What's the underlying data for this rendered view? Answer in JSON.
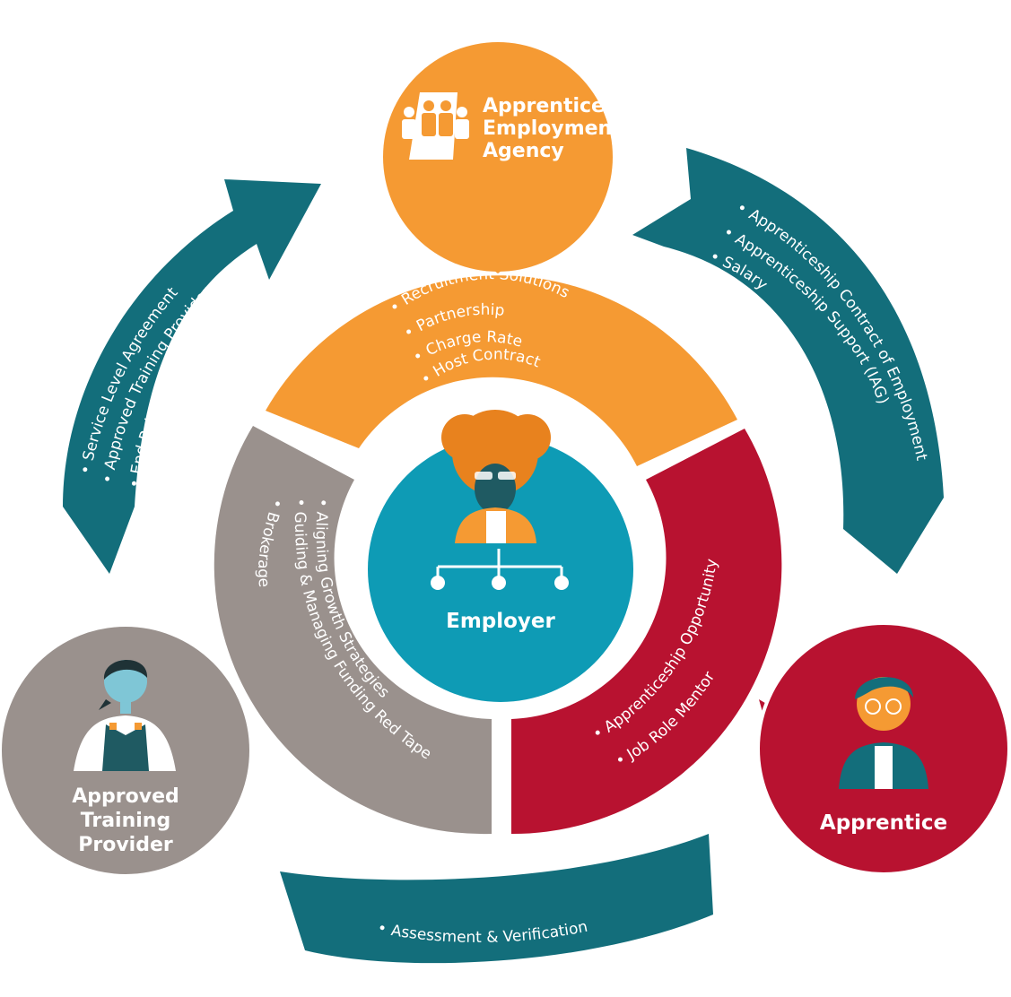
{
  "colors": {
    "orange": "#F59A33",
    "teal": "#136E7B",
    "employer_blue": "#0E9BB5",
    "crimson": "#B81230",
    "grey": "#9A918D"
  },
  "agency": {
    "title_lines": [
      "Apprentice",
      "Employment",
      "Agency"
    ],
    "icon": "people-group-icon"
  },
  "employer": {
    "title": "Employer",
    "icon": "employer-person-org-chart-icon"
  },
  "apprentice": {
    "title": "Apprentice",
    "icon": "apprentice-person-icon"
  },
  "training_provider": {
    "title_lines": [
      "Approved",
      "Training",
      "Provider"
    ],
    "icon": "trainer-person-icon"
  },
  "segments": {
    "orange": [
      "• Recruitment Solutions",
      "• Partnership",
      "• Charge Rate",
      "• Host Contract"
    ],
    "grey": [
      "• Aligning Growth Strategies",
      "• Guiding & Managing Funding Red Tape",
      "• Brokerage"
    ],
    "red": [
      "• Apprenticeship Opportunity",
      "• Job Role Mentor"
    ]
  },
  "arrows": {
    "left": [
      "• Service Level Agreement",
      "• Approved Training Provider",
      "• End Point Assessment"
    ],
    "right": [
      "• Apprenticeship Contract of Employment",
      "• Apprenticeship Support (IAG)",
      "• Salary"
    ],
    "bottom": [
      "• Assessment & Verification"
    ]
  }
}
